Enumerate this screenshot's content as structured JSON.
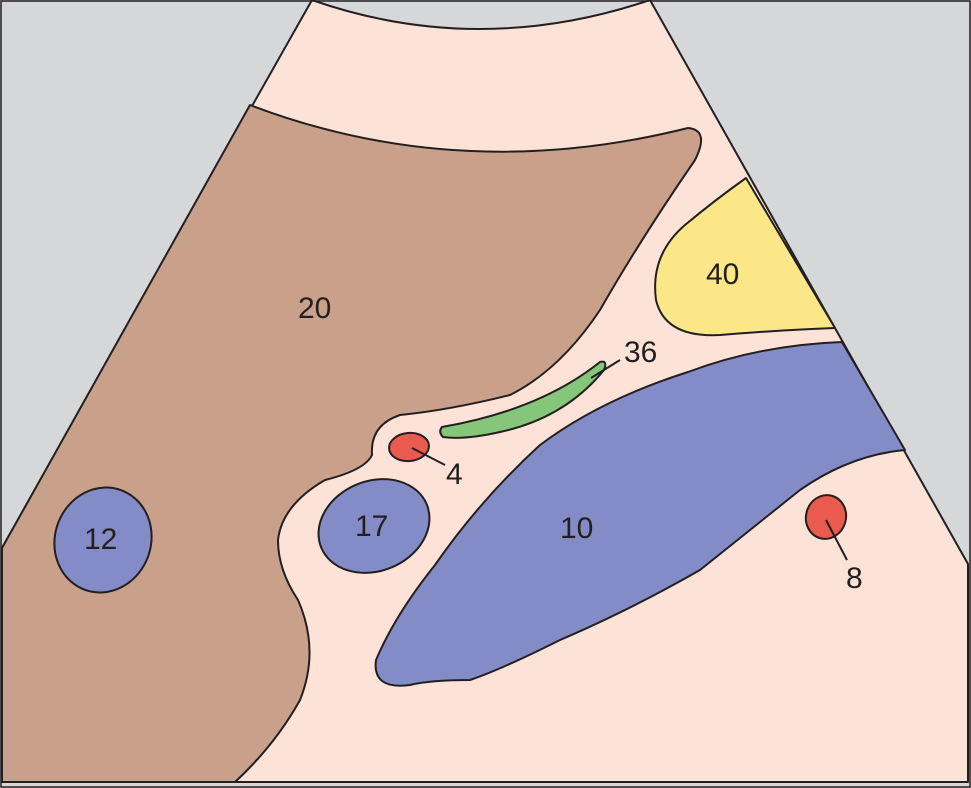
{
  "colors": {
    "background": "#d5d7d9",
    "fan": "#fde2d8",
    "liver": "#c9a18a",
    "vessel_blue": "#838cc6",
    "artery_red": "#ea5a4f",
    "gallbladder_yellow": "#fce788",
    "duct_green": "#86c67a",
    "outline": "#231f20"
  },
  "labels": {
    "l20": "20",
    "l12": "12",
    "l17": "17",
    "l4": "4",
    "l36": "36",
    "l40": "40",
    "l10": "10",
    "l8": "8"
  }
}
